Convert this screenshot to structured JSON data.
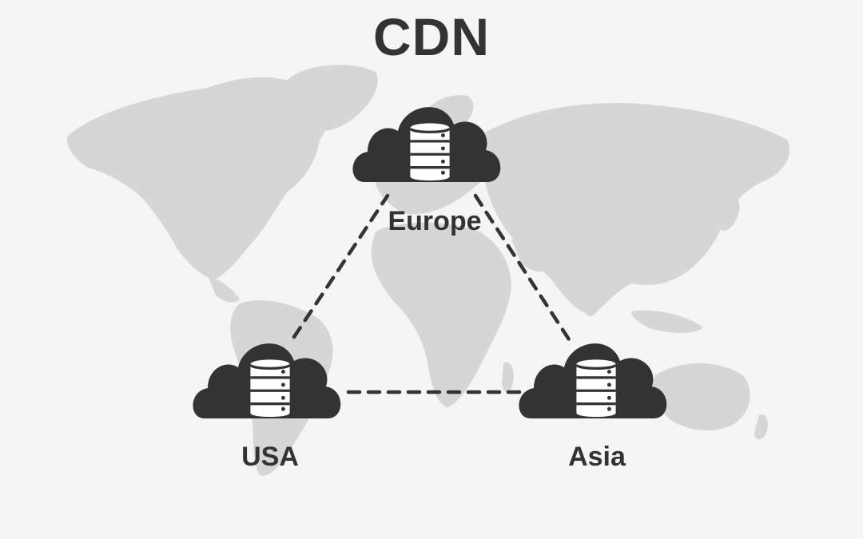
{
  "title": "CDN",
  "colors": {
    "background": "#f5f5f5",
    "map": "#d6d6d6",
    "cloud": "#333333",
    "server": "#ffffff",
    "link": "#333333",
    "text": "#333333"
  },
  "nodes": [
    {
      "id": "europe",
      "label": "Europe",
      "icon": "cloud-server-icon"
    },
    {
      "id": "usa",
      "label": "USA",
      "icon": "cloud-server-icon"
    },
    {
      "id": "asia",
      "label": "Asia",
      "icon": "cloud-server-icon"
    }
  ],
  "links": [
    {
      "from": "usa",
      "to": "europe",
      "style": "dashed"
    },
    {
      "from": "europe",
      "to": "asia",
      "style": "dashed"
    },
    {
      "from": "usa",
      "to": "asia",
      "style": "dashed"
    }
  ],
  "background_icon": "world-map"
}
